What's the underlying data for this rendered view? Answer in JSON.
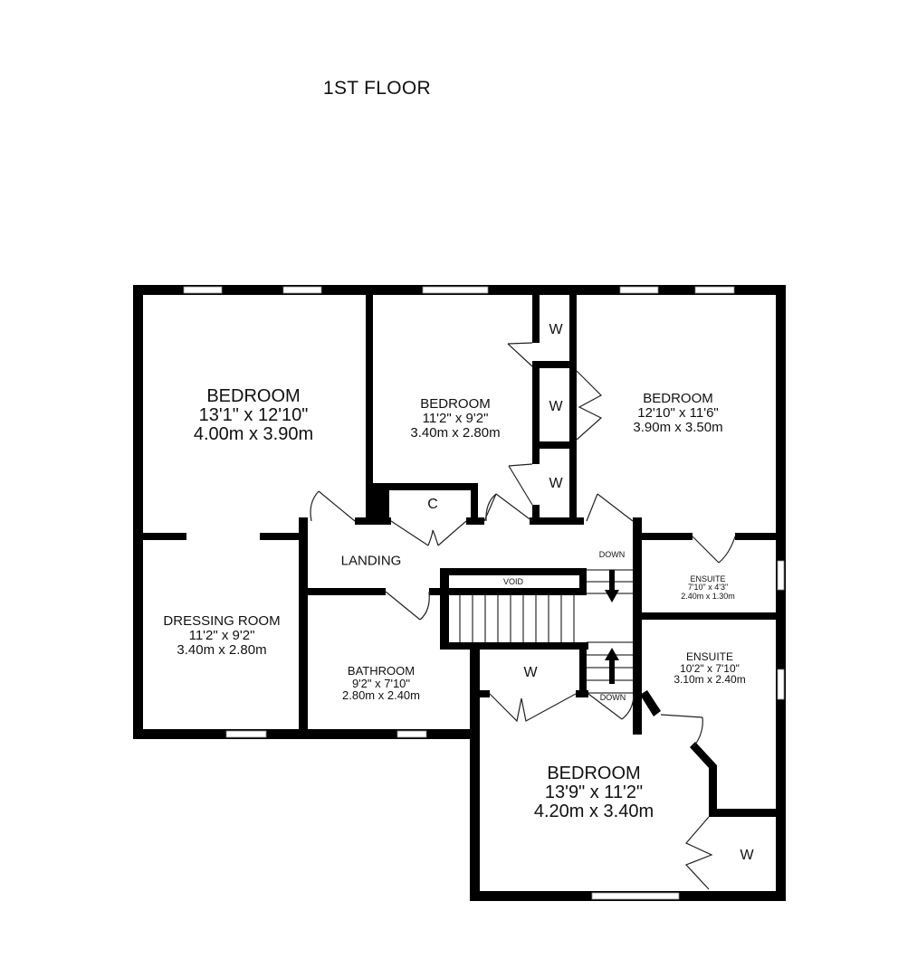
{
  "floor": {
    "title": "1ST FLOOR"
  },
  "rooms": {
    "bedroom1": {
      "name": "BEDROOM",
      "imperial": "13'1\"  x 12'10\"",
      "metric": "4.00m  x 3.90m"
    },
    "bedroom2": {
      "name": "BEDROOM",
      "imperial": "11'2\"  x 9'2\"",
      "metric": "3.40m  x 2.80m"
    },
    "bedroom3": {
      "name": "BEDROOM",
      "imperial": "12'10\"  x 11'6\"",
      "metric": "3.90m  x 3.50m"
    },
    "bedroom4": {
      "name": "BEDROOM",
      "imperial": "13'9\"  x 11'2\"",
      "metric": "4.20m  x 3.40m"
    },
    "dressing": {
      "name": "DRESSING ROOM",
      "imperial": "11'2\"  x 9'2\"",
      "metric": "3.40m  x 2.80m"
    },
    "bathroom": {
      "name": "BATHROOM",
      "imperial": "9'2\"  x 7'10\"",
      "metric": "2.80m  x 2.40m"
    },
    "ensuite1": {
      "name": "ENSUITE",
      "imperial": "7'10\"  x 4'3\"",
      "metric": "2.40m  x 1.30m"
    },
    "ensuite2": {
      "name": "ENSUITE",
      "imperial": "10'2\"  x 7'10\"",
      "metric": "3.10m  x 2.40m"
    },
    "landing": {
      "name": "LANDING"
    }
  },
  "labels": {
    "wardrobe": "W",
    "cupboard": "C",
    "void": "VOID",
    "down": "DOWN"
  },
  "colors": {
    "wall": "#000000",
    "background": "#ffffff",
    "window": "#ffffff",
    "door_line": "#222222"
  }
}
